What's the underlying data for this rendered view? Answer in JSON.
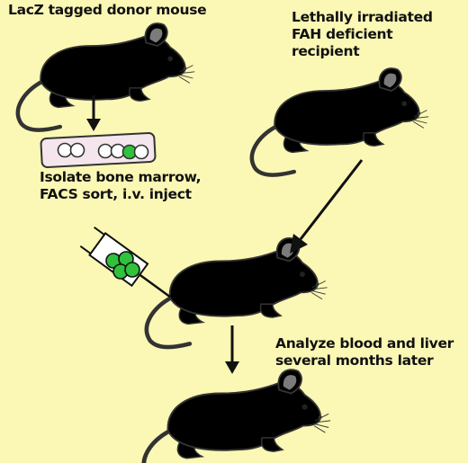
{
  "labels": {
    "donor": "LacZ tagged donor  mouse",
    "recipient_line1": "Lethally irradiated",
    "recipient_line2": "FAH deficient",
    "recipient_line3": "recipient",
    "isolate_line1": "Isolate bone marrow,",
    "isolate_line2": "FACS sort, i.v. inject",
    "analyze_line1": "Analyze blood and liver",
    "analyze_line2": "several months later"
  },
  "colors": {
    "background": "#fbf8b5",
    "donor_mouse": "#a2a2a2",
    "recipient_mouse": "#ececec",
    "tube": "#f4e6ec",
    "tagged_cell": "#2fc23a",
    "outline": "#333333"
  },
  "icons": {
    "donor": "mouse-icon",
    "recipient": "mouse-icon",
    "cells": "bone-marrow-tube-icon",
    "syringe": "syringe-icon"
  }
}
